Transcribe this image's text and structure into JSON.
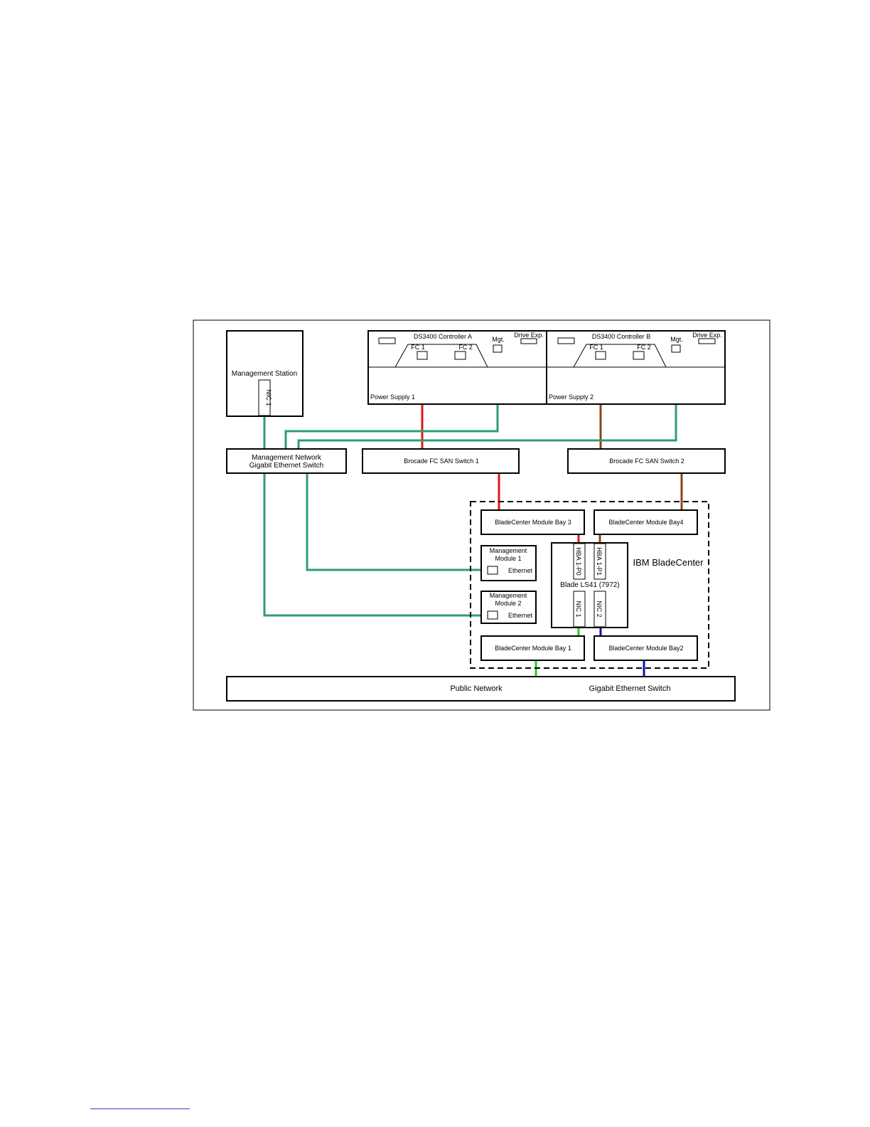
{
  "colors": {
    "fc_path_1": "#e0141b",
    "fc_path_2": "#8b4513",
    "management_lan": "#2e9e6e",
    "public_nic1": "#22cc22",
    "public_nic2": "#1010b0",
    "footnote_rule": "#3040c0"
  },
  "management_station": {
    "title": "Management Station",
    "nic": "NIC 1"
  },
  "controller_a": {
    "title": "DS3400 Controller A",
    "fc1": "FC 1",
    "fc2": "FC 2",
    "mgt": "Mgt.",
    "drive_exp": "Drive Exp.",
    "power_supply": "Power Supply 1"
  },
  "controller_b": {
    "title": "DS3400 Controller B",
    "fc1": "FC 1",
    "fc2": "FC 2",
    "mgt": "Mgt.",
    "drive_exp": "Drive Exp.",
    "power_supply": "Power Supply 2"
  },
  "mgmt_switch": {
    "line1": "Management Network",
    "line2": "Gigabit Ethernet Switch"
  },
  "san_switch_1": {
    "label": "Brocade FC SAN Switch 1"
  },
  "san_switch_2": {
    "label": "Brocade FC SAN Switch 2"
  },
  "bladecenter": {
    "title": "IBM BladeCenter",
    "bay1": "BladeCenter Module Bay 1",
    "bay2": "BladeCenter Module Bay2",
    "bay3": "BladeCenter Module Bay 3",
    "bay4": "BladeCenter Module Bay4",
    "mm1_line1": "Management",
    "mm1_line2": "Module 1",
    "mm1_port": "Ethernet",
    "mm2_line1": "Management",
    "mm2_line2": "Module 2",
    "mm2_port": "Ethernet",
    "blade_title": "Blade LS41 (7972)",
    "hba_p0": "HBA 1-P0",
    "hba_p1": "HBA 1-P1",
    "nic1": "NIC 1",
    "nic2": "NIC 2"
  },
  "public_switch": {
    "label_left": "Public Network",
    "label_right": "Gigabit Ethernet Switch"
  }
}
